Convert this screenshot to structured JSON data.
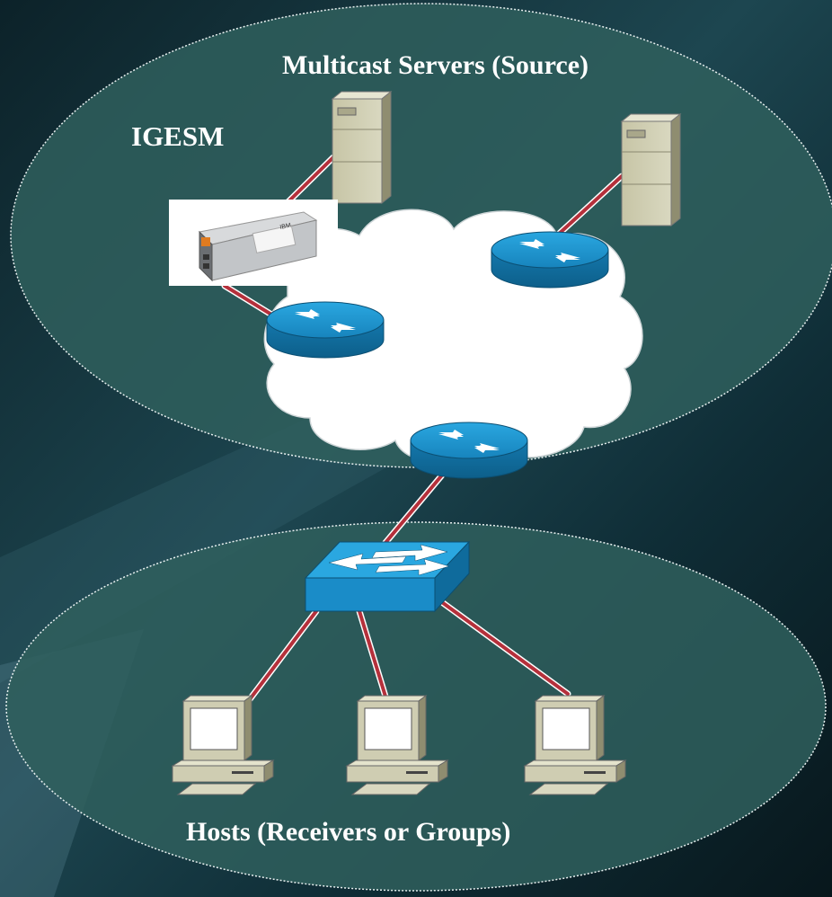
{
  "diagram": {
    "top_zone_title": "Multicast Servers (Source)",
    "module_label": "IGESM",
    "bottom_zone_title": "Hosts (Receivers or Groups)",
    "module_brand": "IBM",
    "colors": {
      "background": "#0f2a33",
      "zone_fill": "#2f5f5d",
      "zone_border": "#e8f0f0",
      "link": "#b5303b",
      "router": "#1a8cc8",
      "switch": "#1a8cc8",
      "cloud": "#ffffff",
      "server": "#c9c7a8"
    },
    "nodes": [
      {
        "id": "server-1",
        "type": "server-icon"
      },
      {
        "id": "server-2",
        "type": "server-icon"
      },
      {
        "id": "igesm-module",
        "type": "switch-module-icon"
      },
      {
        "id": "router-left",
        "type": "router-icon"
      },
      {
        "id": "router-right",
        "type": "router-icon"
      },
      {
        "id": "router-bottom",
        "type": "router-icon"
      },
      {
        "id": "network-cloud",
        "type": "cloud-icon"
      },
      {
        "id": "lan-switch",
        "type": "switch-icon"
      },
      {
        "id": "host-1",
        "type": "computer-icon"
      },
      {
        "id": "host-2",
        "type": "computer-icon"
      },
      {
        "id": "host-3",
        "type": "computer-icon"
      }
    ],
    "links": [
      [
        "server-1",
        "igesm-module"
      ],
      [
        "igesm-module",
        "router-left"
      ],
      [
        "server-2",
        "router-right"
      ],
      [
        "router-bottom",
        "lan-switch"
      ],
      [
        "lan-switch",
        "host-1"
      ],
      [
        "lan-switch",
        "host-2"
      ],
      [
        "lan-switch",
        "host-3"
      ]
    ]
  }
}
